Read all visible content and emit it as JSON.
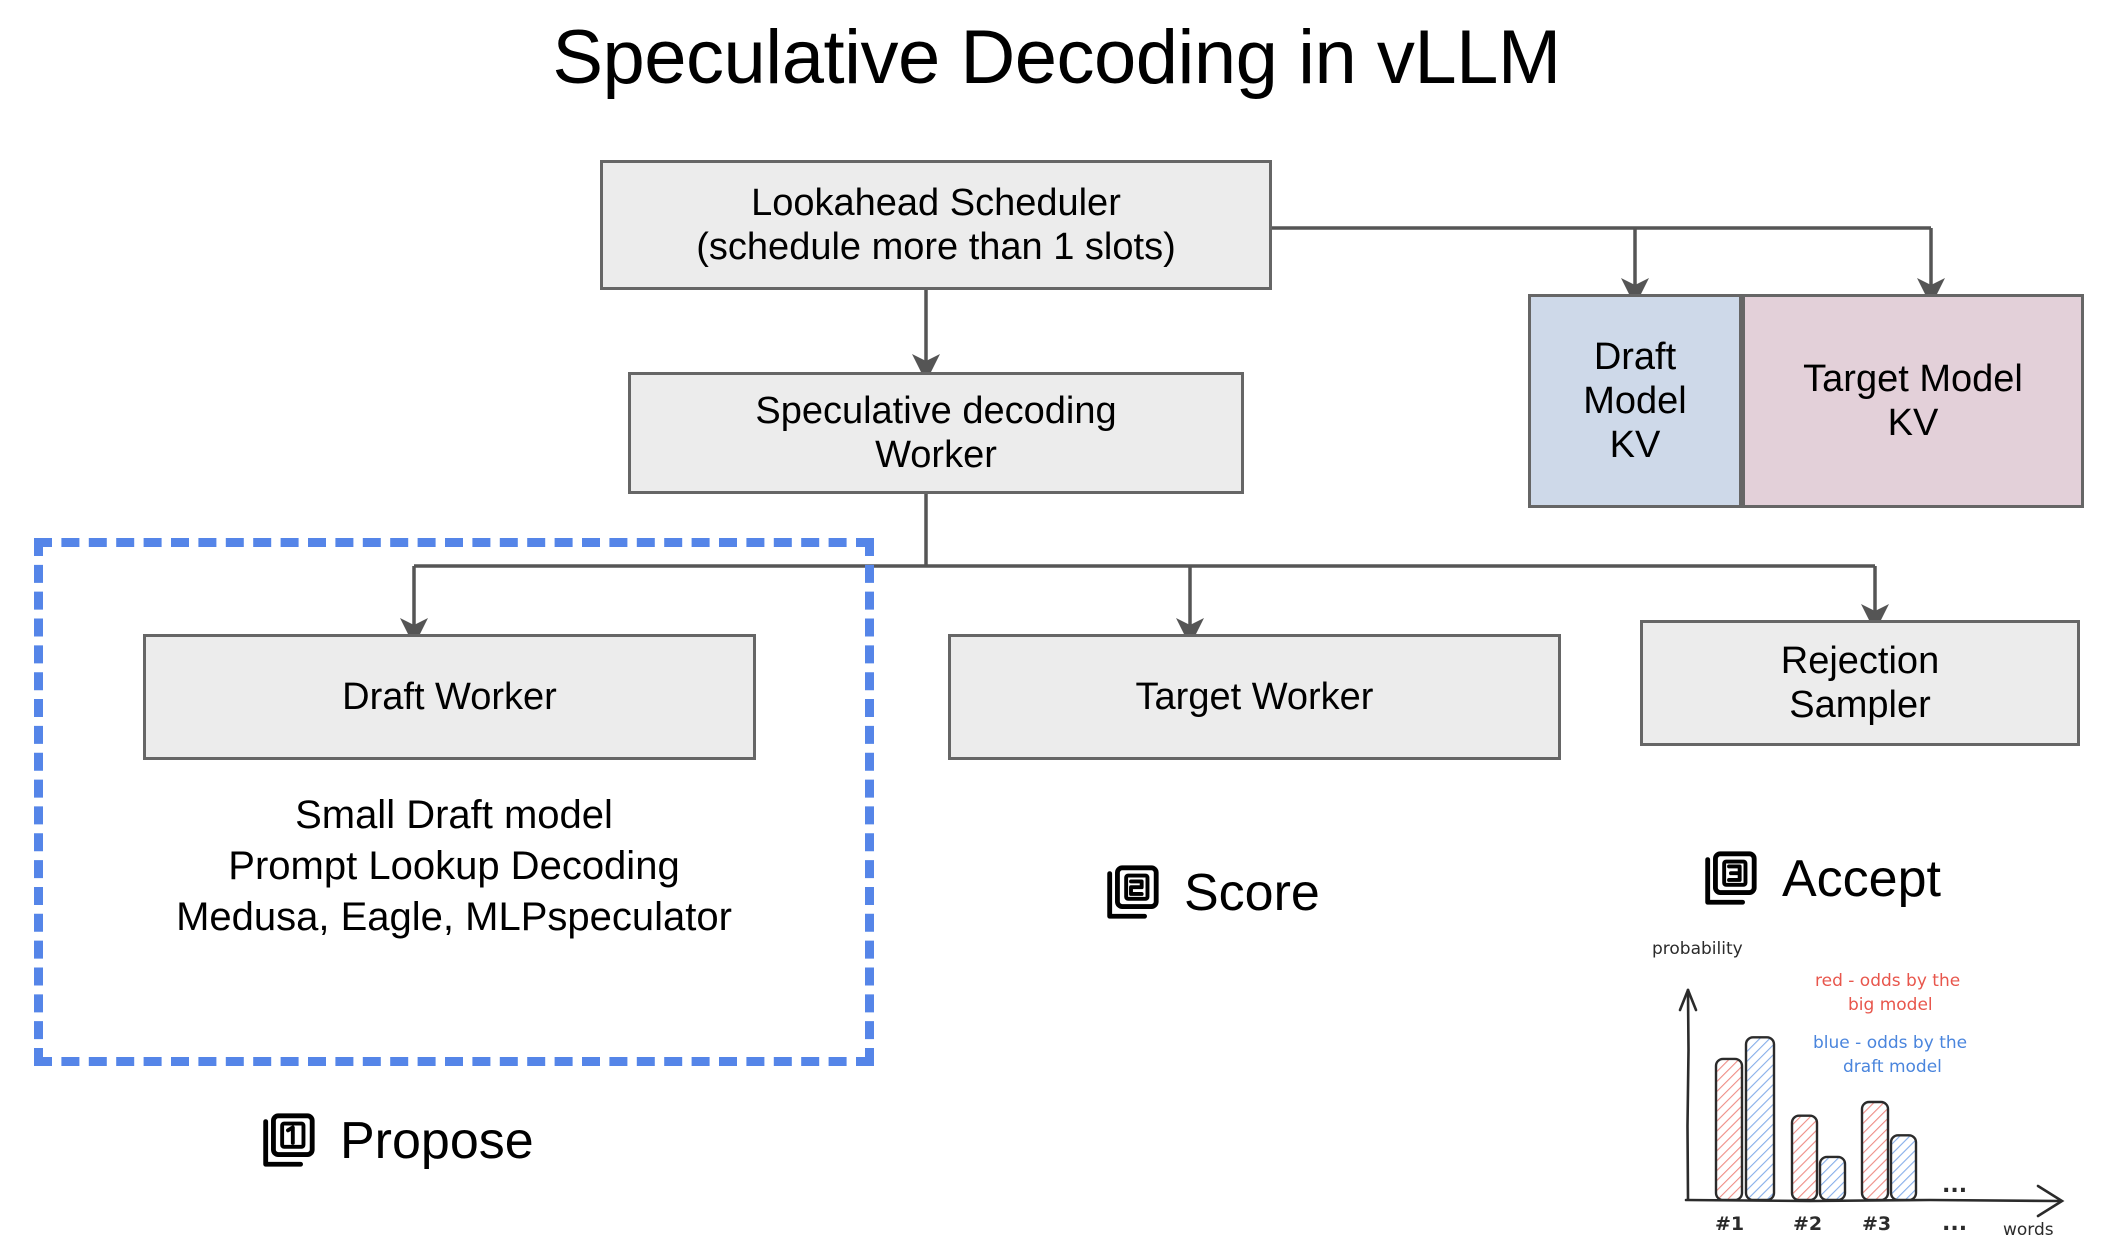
{
  "page": {
    "title": "Speculative Decoding in vLLM",
    "background": "#ffffff"
  },
  "colors": {
    "box_fill": "#ececec",
    "box_border": "#666666",
    "kv_draft_fill": "#ced9e9",
    "kv_target_fill": "#e3d0d9",
    "dashed_group_border": "#5585e8",
    "connector": "#555555",
    "sketch_red": "#e8564c",
    "sketch_blue": "#4a85dd",
    "sketch_ink": "#2b2b2b"
  },
  "boxes": {
    "scheduler": "Lookahead Scheduler\n(schedule more than 1 slots)",
    "spec_worker": "Speculative decoding\nWorker",
    "draft_worker": "Draft Worker",
    "target_worker": "Target Worker",
    "rejection_sampler": "Rejection\nSampler",
    "draft_model_kv": "Draft\nModel\nKV",
    "target_model_kv": "Target Model\nKV"
  },
  "group": {
    "methods": "Small Draft model\nPrompt Lookup Decoding\nMedusa, Eagle, MLPspeculator"
  },
  "steps": [
    {
      "number": "1",
      "label": "Propose",
      "icon": "numbered-card-1-icon"
    },
    {
      "number": "2",
      "label": "Score",
      "icon": "numbered-card-2-icon"
    },
    {
      "number": "3",
      "label": "Accept",
      "icon": "numbered-card-3-icon"
    }
  ],
  "chart_data": {
    "type": "bar",
    "title": "",
    "xlabel": "words",
    "ylabel": "probability",
    "categories": [
      "#1",
      "#2",
      "#3"
    ],
    "series": [
      {
        "name": "red - odds by the big model",
        "color": "#e8564c",
        "values": [
          0.72,
          0.43,
          0.5
        ]
      },
      {
        "name": "blue - odds by the draft model",
        "color": "#4a85dd",
        "values": [
          0.83,
          0.22,
          0.33
        ]
      }
    ],
    "legend": {
      "position": "top-right",
      "entries": [
        {
          "text": "red - odds by the\nbig model",
          "color": "#e8564c"
        },
        {
          "text": "blue - odds by the\ndraft model",
          "color": "#4a85dd"
        }
      ]
    },
    "ellipsis_upper": "...",
    "ellipsis_lower": "...",
    "grid": false,
    "ylim": [
      0,
      1
    ]
  }
}
